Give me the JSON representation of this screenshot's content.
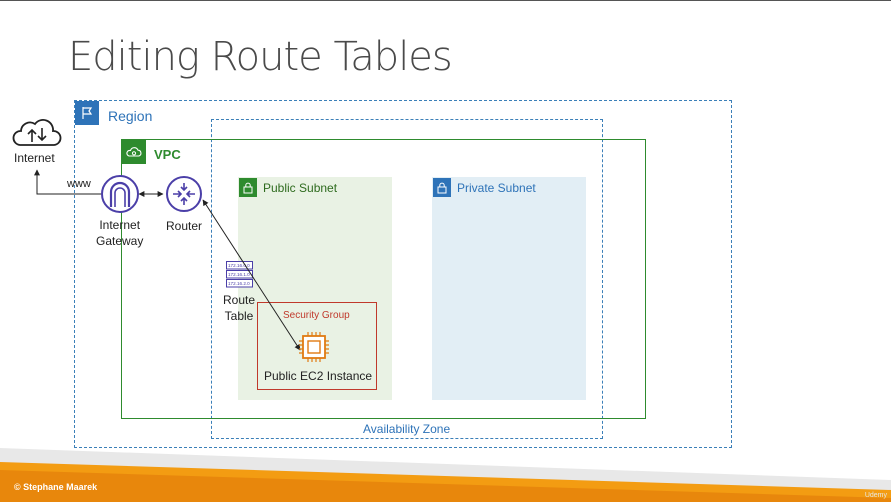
{
  "title": "Editing Route Tables",
  "region": {
    "label": "Region"
  },
  "vpc": {
    "label": "VPC"
  },
  "availability_zone": {
    "label": "Availability Zone"
  },
  "public_subnet": {
    "label": "Public Subnet"
  },
  "private_subnet": {
    "label": "Private Subnet"
  },
  "security_group": {
    "label": "Security Group"
  },
  "ec2": {
    "label": "Public EC2 Instance"
  },
  "internet": {
    "label": "Internet"
  },
  "www": {
    "label": "www"
  },
  "internet_gateway": {
    "label_line1": "Internet",
    "label_line2": "Gateway"
  },
  "router": {
    "label": "Router"
  },
  "route_table": {
    "label_line1": "Route",
    "label_line2": "Table",
    "rows": [
      "172.16.0.0",
      "172.16.1.0",
      "172.16.2.0"
    ]
  },
  "footer": {
    "copyright": "© Stephane Maarek",
    "watermark": "Udemy"
  },
  "colors": {
    "region_blue": "#2e73b8",
    "vpc_green": "#2e8b2e",
    "security_group_red": "#c0392b",
    "gateway_purple": "#4b3fa8",
    "ec2_orange": "#e07b12",
    "footer_orange": "#f39c12"
  },
  "icons": [
    "internet-cloud-icon",
    "internet-gateway-icon",
    "router-icon",
    "route-table-icon",
    "region-flag-icon",
    "vpc-cloud-icon",
    "lock-icon",
    "ec2-chip-icon"
  ]
}
